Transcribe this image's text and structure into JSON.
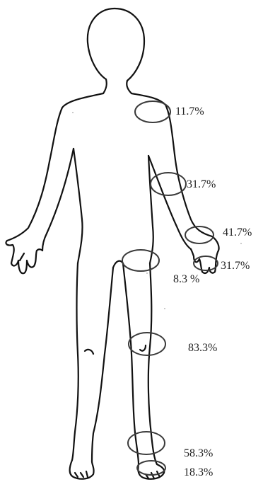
{
  "figure": {
    "labels": {
      "shoulder": "11.7%",
      "elbow": "31.7%",
      "wrist": "41.7%",
      "hand": "31.7%",
      "hip": "8.3 %",
      "knee": "83.3%",
      "ankle": "58.3%",
      "foot": "18.3%"
    },
    "colors": {
      "outline": "#111111",
      "ellipse": "#3a3a3a",
      "text": "#222222"
    }
  }
}
